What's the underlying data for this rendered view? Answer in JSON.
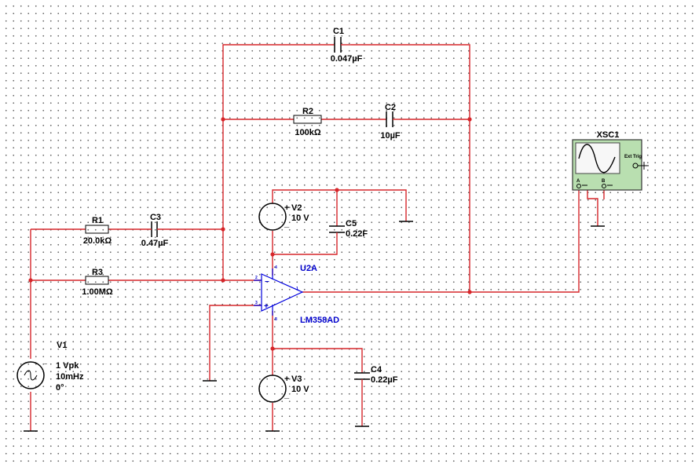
{
  "components": {
    "c1": {
      "ref": "C1",
      "value": "0.047µF"
    },
    "c2": {
      "ref": "C2",
      "value": "10µF"
    },
    "c3": {
      "ref": "C3",
      "value": "0.47µF"
    },
    "c4": {
      "ref": "C4",
      "value": "0.22µF"
    },
    "c5": {
      "ref": "C5",
      "value": "0.22F"
    },
    "r1": {
      "ref": "R1",
      "value": "20.0kΩ"
    },
    "r2": {
      "ref": "R2",
      "value": "100kΩ"
    },
    "r3": {
      "ref": "R3",
      "value": "1.00MΩ"
    },
    "v1": {
      "ref": "V1",
      "amplitude": "1 Vpk",
      "frequency": "10mHz",
      "phase": "0°"
    },
    "v2": {
      "ref": "V2",
      "value": "10 V",
      "plus": "+",
      "minus": "_"
    },
    "v3": {
      "ref": "V3",
      "value": "10 V",
      "plus": "+",
      "minus": "_"
    },
    "u2a": {
      "ref": "U2A",
      "part": "LM358AD",
      "pin_in_minus": "2",
      "pin_in_plus": "3",
      "pin_vcc": "4",
      "pin_vee": "8",
      "pin_out": "1"
    },
    "xsc1": {
      "ref": "XSC1",
      "ext_trig": "Ext Trig",
      "ch_a": "A",
      "ch_b": "B"
    }
  },
  "colors": {
    "wire": "#d6262a",
    "opamp": "#0000dd",
    "label_blue": "#0000cc",
    "scope_body": "#b9dfb0",
    "scope_screen": "#f7f7f7"
  }
}
